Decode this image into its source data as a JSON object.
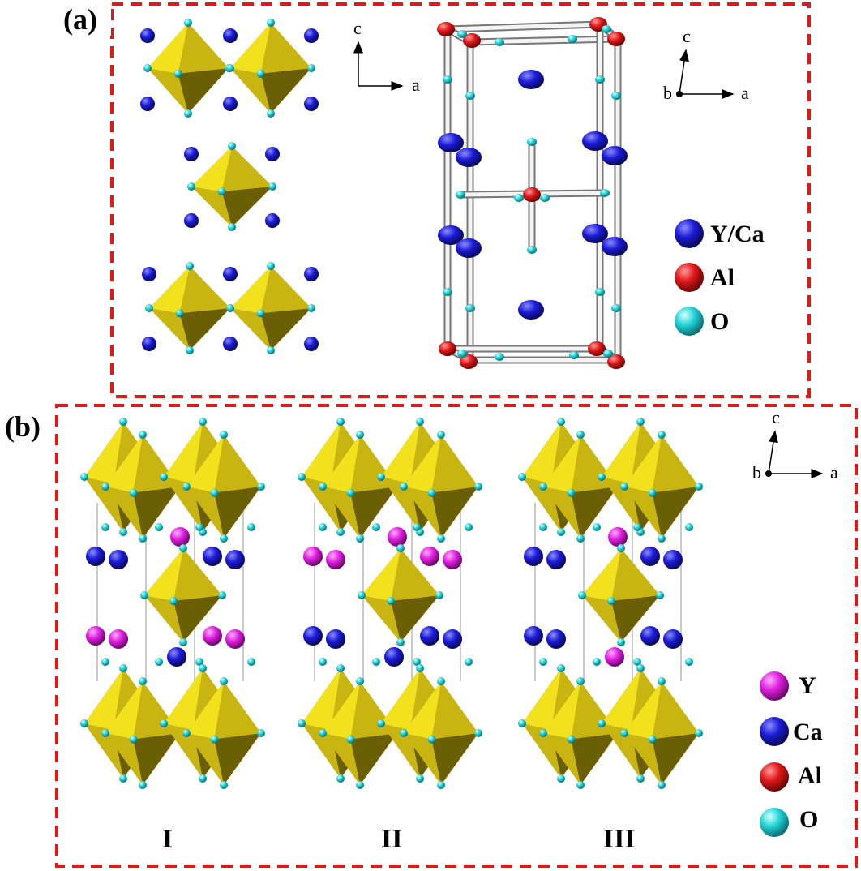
{
  "panels": {
    "a": {
      "label": "(a)",
      "axes_left": {
        "up": "c",
        "right": "a"
      },
      "axes_right": {
        "into": "b",
        "up": "c",
        "right": "a"
      },
      "legend": [
        {
          "label": "Y/Ca",
          "color": "#1b1bd6"
        },
        {
          "label": "Al",
          "color": "#e01818"
        },
        {
          "label": "O",
          "color": "#22d4d8"
        }
      ]
    },
    "b": {
      "label": "(b)",
      "axes": {
        "into": "b",
        "up": "c",
        "right": "a"
      },
      "legend": [
        {
          "label": "Y",
          "color": "#e020e0"
        },
        {
          "label": "Ca",
          "color": "#1b1bd6"
        },
        {
          "label": "Al",
          "color": "#e01818"
        },
        {
          "label": "O",
          "color": "#22d4d8"
        }
      ],
      "structures": [
        {
          "label": "I",
          "layer_upper": "Ca",
          "layer_lower": "Y",
          "top_apical": "Y",
          "bottom_apical": "Ca"
        },
        {
          "label": "II",
          "layer_upper": "Y",
          "layer_lower": "Ca",
          "top_apical": "Y",
          "bottom_apical": "Ca"
        },
        {
          "label": "III",
          "layer_upper": "Ca",
          "layer_lower": "Ca",
          "top_apical": "Y",
          "bottom_apical": "Y"
        }
      ]
    }
  },
  "colors": {
    "frame": "#e01818",
    "octahedron_light": "#f2e21e",
    "octahedron_mid": "#c9b512",
    "octahedron_dark": "#6b5f06",
    "bond": "#b8b8b8"
  }
}
